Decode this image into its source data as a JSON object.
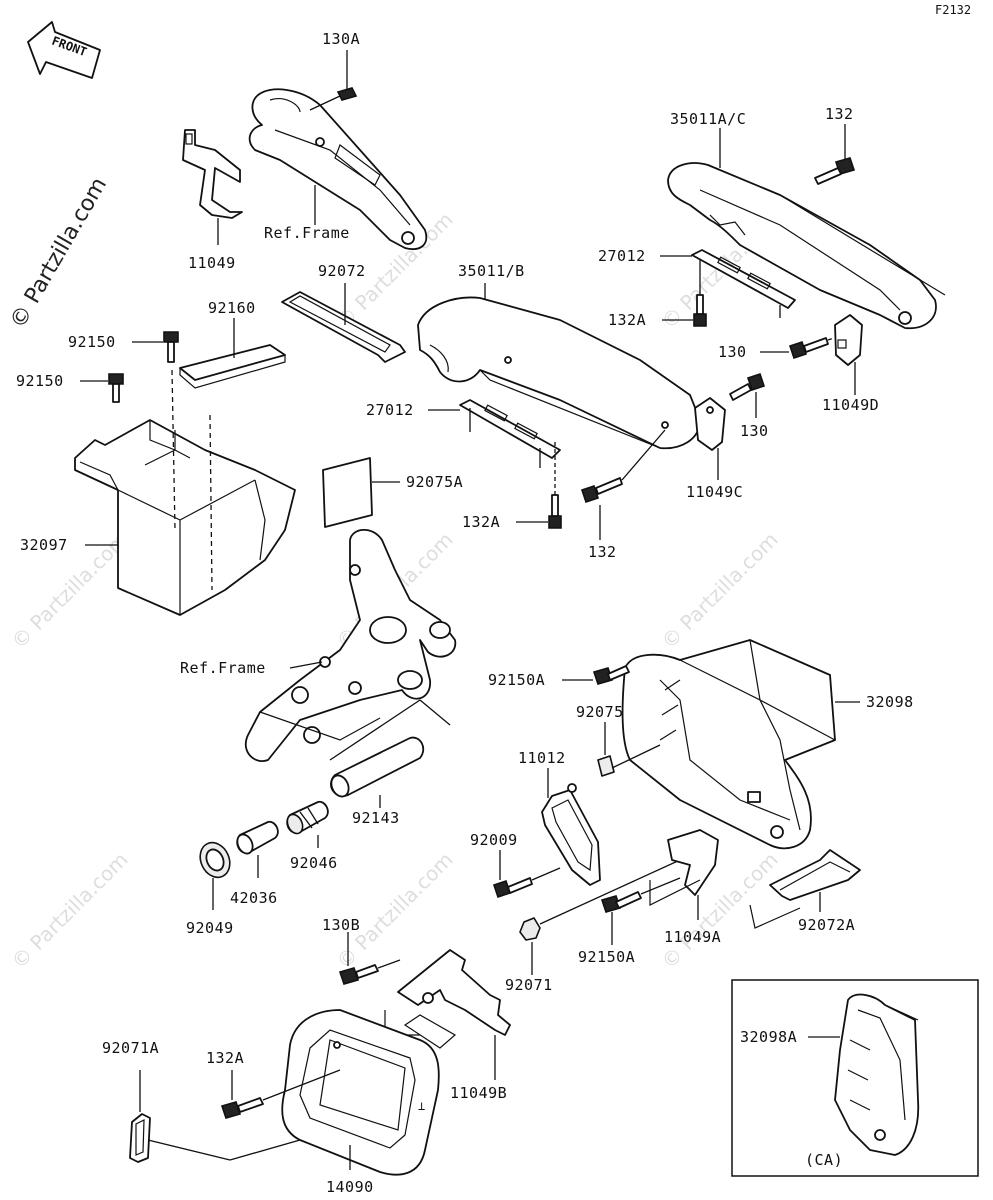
{
  "figure_code": "F2132",
  "front_label": "FRONT",
  "inset_label": "(CA)",
  "watermark_text": "© Partzilla.com",
  "callouts": {
    "p130a": "130A",
    "p11049": "11049",
    "ref_frame_top": "Ref.Frame",
    "p92072": "92072",
    "p92160": "92160",
    "p92150_a": "92150",
    "p92150_b": "92150",
    "p32097": "32097",
    "p35011b": "35011/B",
    "p27012_mid": "27012",
    "p92075a": "92075A",
    "p132a_mid": "132A",
    "p132_mid": "132",
    "p11049c": "11049C",
    "p130_mid": "130",
    "p35011ac": "35011A/C",
    "p132_top": "132",
    "p27012_top": "27012",
    "p132a_top": "132A",
    "p130_right": "130",
    "p11049d": "11049D",
    "ref_frame_mid": "Ref.Frame",
    "p92143": "92143",
    "p92046": "92046",
    "p42036": "42036",
    "p92049": "92049",
    "p92150a_top": "92150A",
    "p92075": "92075",
    "p11012": "11012",
    "p32098": "32098",
    "p92009": "92009",
    "p92071": "92071",
    "p92150a_bot": "92150A",
    "p11049a": "11049A",
    "p92072a": "92072A",
    "p130b": "130B",
    "p92071a": "92071A",
    "p132a_bot": "132A",
    "p11049b": "11049B",
    "p14090": "14090",
    "p32098a": "32098A"
  }
}
